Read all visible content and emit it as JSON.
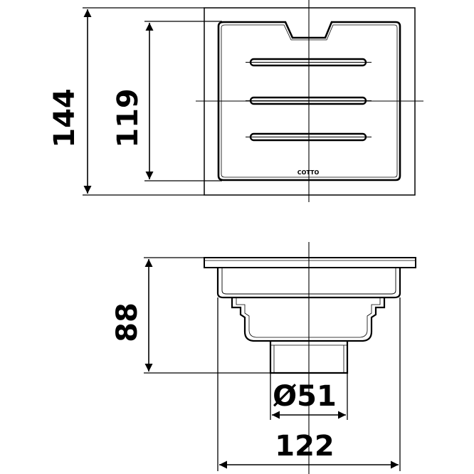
{
  "top_view": {
    "dim_outer_height": "144",
    "dim_grate_height": "119",
    "brand_label": "COTTO"
  },
  "side_view": {
    "dim_height": "88",
    "dim_outlet_diameter": "Ø51",
    "dim_flange_width": "122"
  }
}
